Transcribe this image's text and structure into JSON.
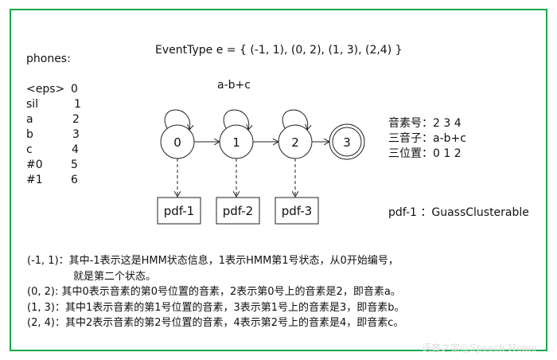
{
  "title": "EventType e = { (-1, 1), (0, 2), (1, 3), (2,4) }",
  "triphone_label": "a-b+c",
  "phones": {
    "heading": "phones:",
    "items": [
      {
        "name": "<eps>",
        "id": "0"
      },
      {
        "name": "sil",
        "id": "1"
      },
      {
        "name": "a",
        "id": "2"
      },
      {
        "name": "b",
        "id": "3"
      },
      {
        "name": "c",
        "id": "4"
      },
      {
        "name": "#0",
        "id": "5"
      },
      {
        "name": "#1",
        "id": "6"
      }
    ]
  },
  "states": [
    "0",
    "1",
    "2",
    "3"
  ],
  "pdfs": [
    "pdf-1",
    "pdf-2",
    "pdf-3"
  ],
  "info": [
    "音素号：2 3  4",
    "三音子：a-b+c",
    "三位置：0 1  2"
  ],
  "pdf_note": "pdf-1 ：GuassClusterable",
  "notes": [
    "(-1, 1)：其中-1表示这是HMM状态信息，1表示HMM第1号状态，从0开始编号，",
    "就是第二个状态。",
    "(0, 2): 其中0表示音素的第0号位置的音素，2表示第0号上的音素是2，即音素a。",
    "(1, 3)：其中1表示音素的第1号位置的音素，3表示第1号上的音素是3，即音素b。",
    "(2, 4)：其中2表示音素的第2号位置的音素，4表示第2号上的音素是4，即音素c。"
  ],
  "watermark": "语音之家@Speech Home",
  "colors": {
    "border": "#1aaa4b"
  }
}
